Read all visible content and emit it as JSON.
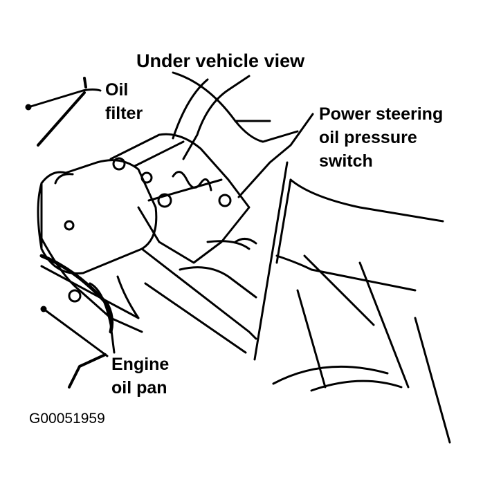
{
  "title": "Under vehicle view",
  "labels": {
    "oil_filter": [
      "Oil",
      "filter"
    ],
    "power_steering_switch": [
      "Power steering",
      "oil pressure",
      "switch"
    ],
    "engine_oil_pan": [
      "Engine",
      "oil pan"
    ]
  },
  "figure_code": "G00051959",
  "colors": {
    "ink": "#000000",
    "paper": "#ffffff"
  }
}
